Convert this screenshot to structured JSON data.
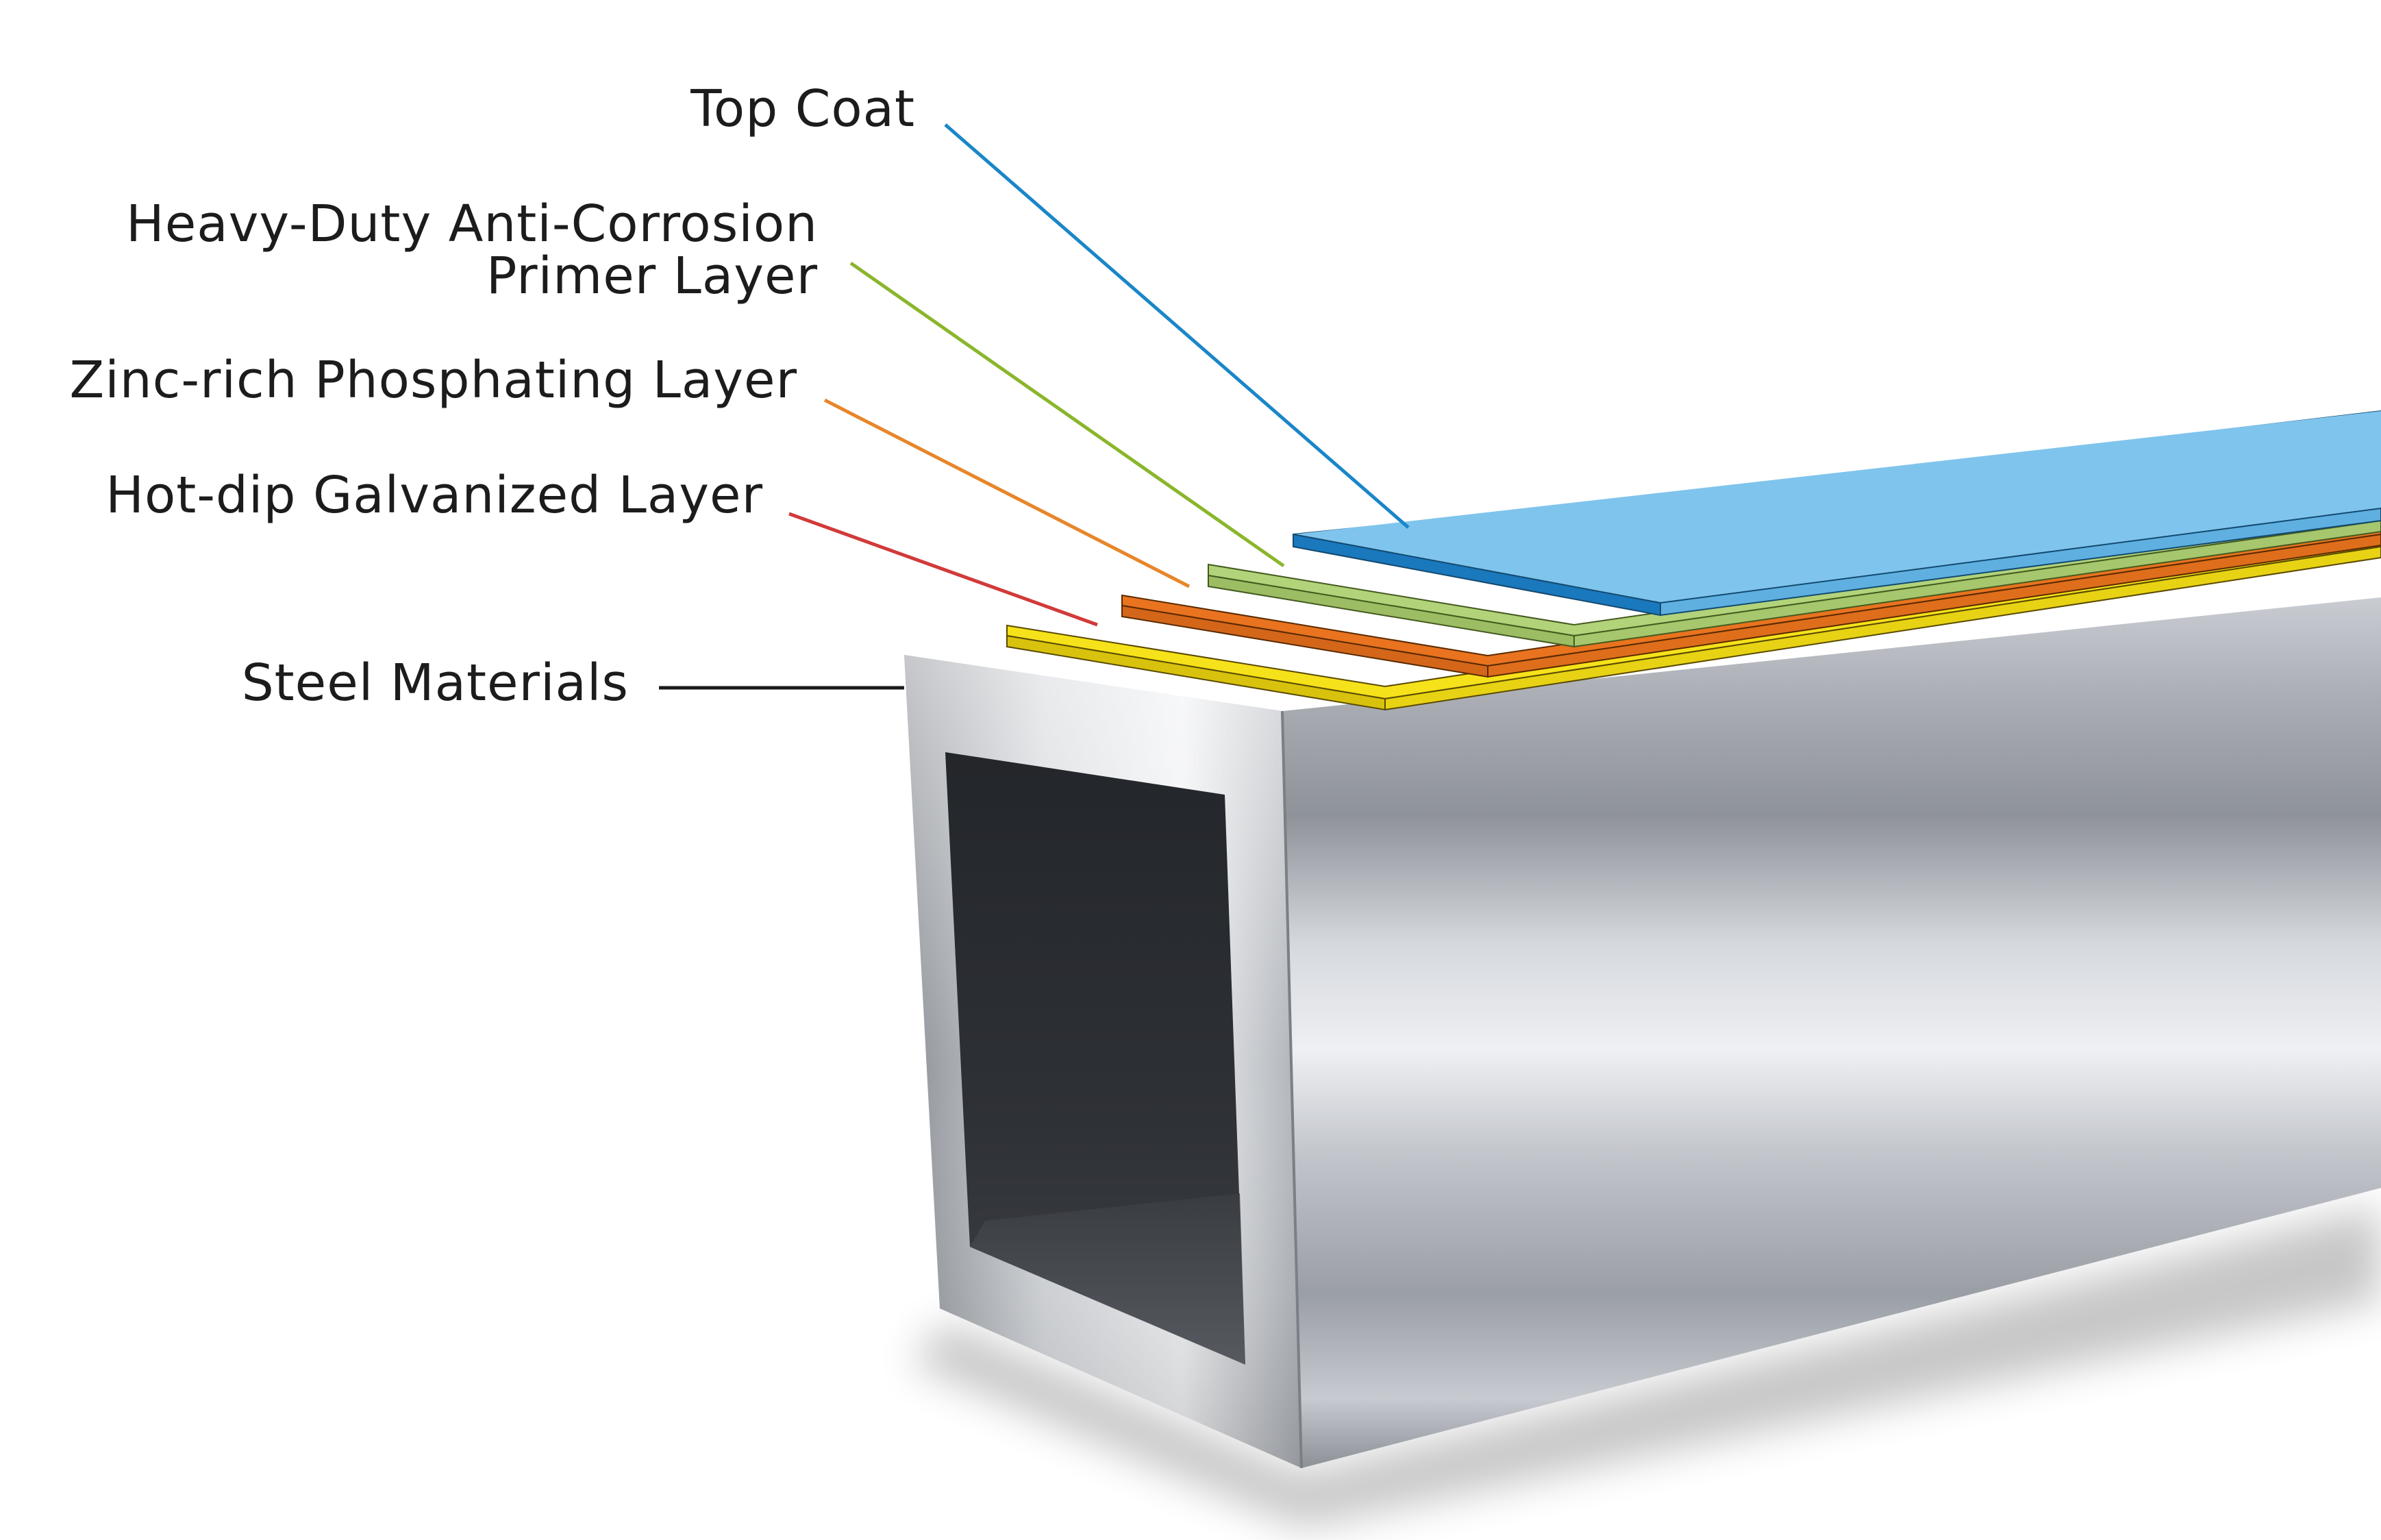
{
  "labels": {
    "top_coat": "Top Coat",
    "primer_line1": "Heavy-Duty Anti-Corrosion",
    "primer_line2": "Primer Layer",
    "zinc": "Zinc-rich Phosphating Layer",
    "galvanized": "Hot-dip Galvanized Layer",
    "steel": "Steel Materials"
  },
  "colors": {
    "top_coat": "#7fc4ec",
    "primer": "#b3d37a",
    "zinc": "#e9731f",
    "galvanized": "#f6e21a",
    "top_coat_line": "#1a86c8",
    "primer_line": "#8ab62c",
    "zinc_line": "#e7862a",
    "galvanized_line": "#d23a3a",
    "steel_line": "#1a1a1a"
  }
}
